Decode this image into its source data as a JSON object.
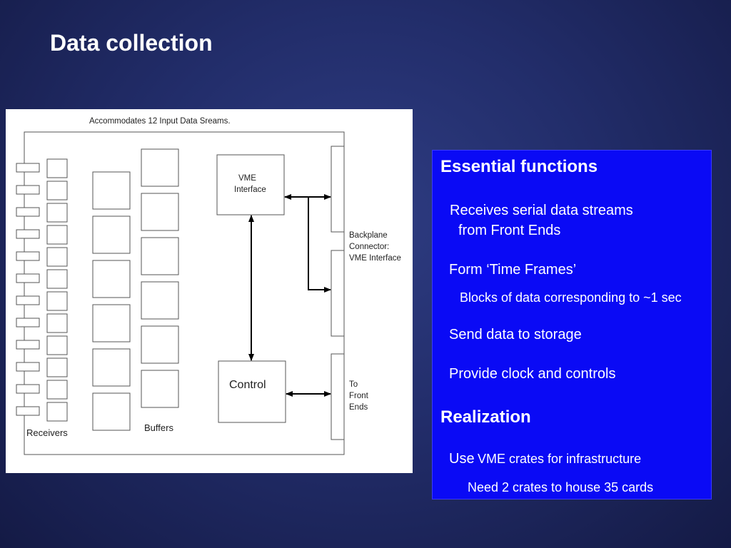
{
  "slide": {
    "title": "Data collection"
  },
  "diagram": {
    "caption": "Accommodates 12 Input Data Sreams.",
    "vme_label": [
      "VME",
      "Interface"
    ],
    "control_label": "Control",
    "backplane_label": [
      "Backplane",
      "Connector:",
      "VME Interface"
    ],
    "front_ends_label": [
      "To",
      "Front",
      "Ends"
    ],
    "receivers_label": "Receivers",
    "buffers_label": "Buffers"
  },
  "info": {
    "heading_functions": "Essential functions",
    "item_receives_1": "Receives serial data streams",
    "item_receives_2": "from Front Ends",
    "item_form": "Form ‘Time Frames’",
    "item_blocks": "Blocks of data corresponding to ~1 sec",
    "item_send": "Send data to storage",
    "item_provide": "Provide clock and controls",
    "heading_realization": "Realization",
    "item_use_prefix": "Use",
    "item_use_rest": "VME crates for infrastructure",
    "item_need": "Need 2 crates to house 35 cards"
  },
  "colors": {
    "background": "#222d6a",
    "info_box": "#0a0af5",
    "text": "#ffffff"
  }
}
